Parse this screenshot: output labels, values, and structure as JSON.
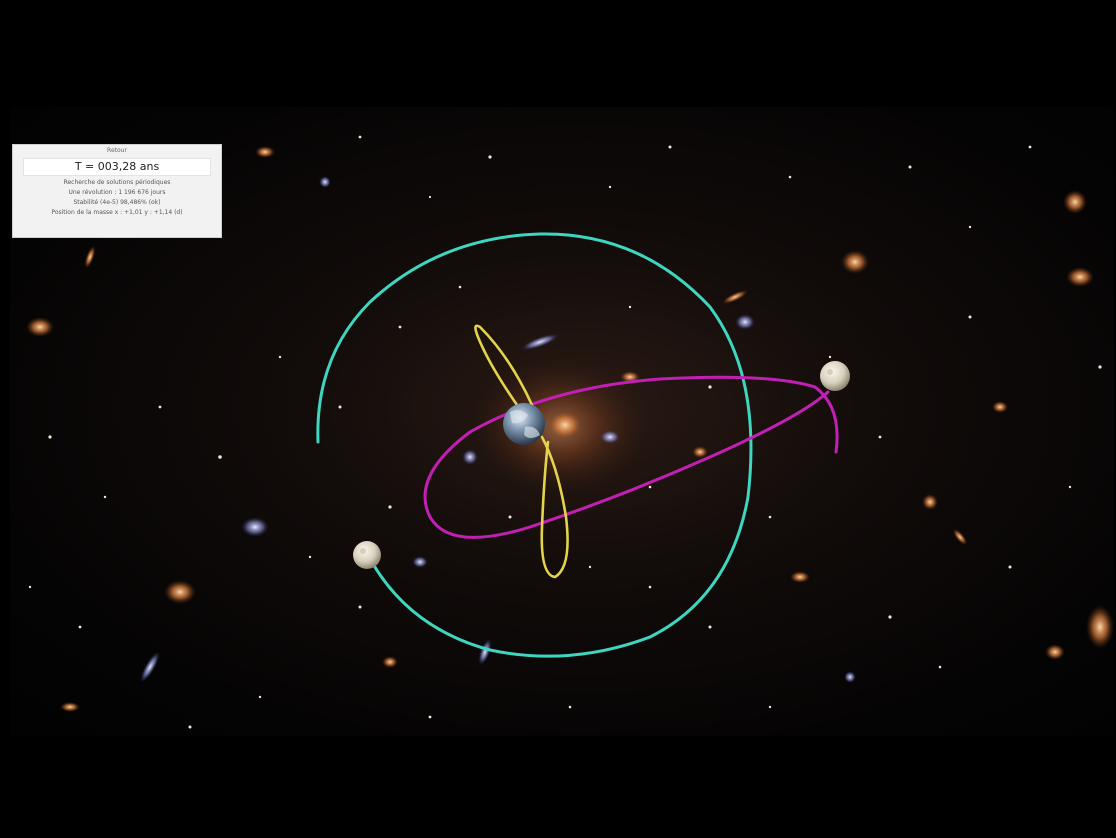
{
  "info_panel": {
    "header": "Retour",
    "time_label": "T = 003,28 ans",
    "lines": [
      "Recherche de solutions périodiques",
      "Une révolution : 1 196 676 jours",
      "Stabilité (4e-5) 98,486% (ok)",
      "Position de la masse x : +1,01 y : +1,14 (d)"
    ]
  },
  "bodies": [
    {
      "name": "earth-planet",
      "color": "#8fa4b8"
    },
    {
      "name": "moon-right",
      "color": "#e8e2d4"
    },
    {
      "name": "moon-left",
      "color": "#e8e2d4"
    }
  ],
  "orbits": [
    {
      "name": "cyan-orbit",
      "color": "#3fd6c0"
    },
    {
      "name": "magenta-orbit",
      "color": "#c21fb4"
    },
    {
      "name": "yellow-orbit",
      "color": "#e3d44a"
    }
  ]
}
